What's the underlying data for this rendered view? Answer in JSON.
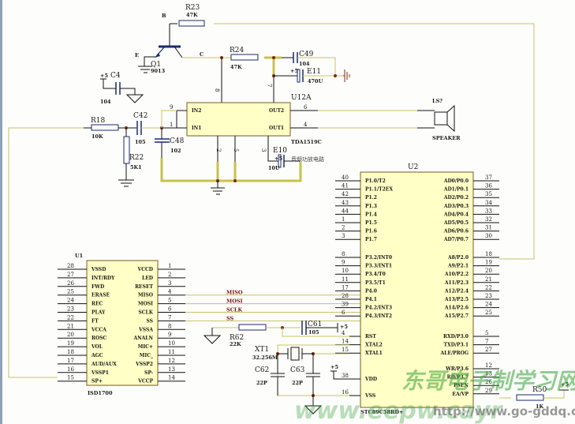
{
  "title": "ISD1700 voice module with TDA1519C amplifier and STC89C58RD+ MCU schematic",
  "transistor": {
    "ref": "Q1",
    "value": "9013",
    "pin_b": "B",
    "pin_e": "E",
    "pin_c": "C"
  },
  "resistors": [
    {
      "ref": "R23",
      "value": "47K"
    },
    {
      "ref": "R24",
      "value": "47K"
    },
    {
      "ref": "R18",
      "value": "10K"
    },
    {
      "ref": "R22",
      "value": "5K1"
    },
    {
      "ref": "R62",
      "value": "22K"
    },
    {
      "ref": "R50",
      "value": "1K"
    }
  ],
  "capacitors": [
    {
      "ref": "C4",
      "value": "104"
    },
    {
      "ref": "C42",
      "value": "105"
    },
    {
      "ref": "C48",
      "value": "102"
    },
    {
      "ref": "C49",
      "value": "104"
    },
    {
      "ref": "E11",
      "value": "470U"
    },
    {
      "ref": "E10",
      "value": "10U"
    },
    {
      "ref": "C61",
      "value": "105"
    },
    {
      "ref": "C62",
      "value": "22P"
    },
    {
      "ref": "C63",
      "value": "22P"
    }
  ],
  "crystal": {
    "ref": "XT1",
    "value": "32.256M"
  },
  "power_label": "+5",
  "amp": {
    "ref": "U12A",
    "part": "TDA1519C",
    "pins_left": [
      {
        "name": "IN2",
        "num": "9"
      },
      {
        "name": "IN1",
        "num": "1"
      }
    ],
    "pins_right": [
      {
        "name": "OUT2",
        "num": "6"
      },
      {
        "name": "OUT1",
        "num": "4"
      }
    ],
    "pins_top": [
      "8",
      "7"
    ],
    "pins_bottom": [
      "2",
      "5",
      "3"
    ],
    "note": "音频功放电路"
  },
  "speaker": {
    "ref": "LS?",
    "part": "SPEAKER"
  },
  "isd": {
    "ref": "U1",
    "part": "ISD1700",
    "left": [
      {
        "num": "28",
        "name": "VSSD"
      },
      {
        "num": "27",
        "name": "INT/RDY"
      },
      {
        "num": "26",
        "name": "FWD"
      },
      {
        "num": "25",
        "name": "ERASE"
      },
      {
        "num": "24",
        "name": "REC"
      },
      {
        "num": "23",
        "name": "PLAY"
      },
      {
        "num": "22",
        "name": "FT"
      },
      {
        "num": "21",
        "name": "VCCA"
      },
      {
        "num": "20",
        "name": "ROSC"
      },
      {
        "num": "19",
        "name": "VOL"
      },
      {
        "num": "18",
        "name": "AGC"
      },
      {
        "num": "17",
        "name": "AUD/AUX"
      },
      {
        "num": "16",
        "name": "VSSP1"
      },
      {
        "num": "15",
        "name": "SP+"
      }
    ],
    "right": [
      {
        "num": "1",
        "name": "VCCD"
      },
      {
        "num": "2",
        "name": "LED"
      },
      {
        "num": "3",
        "name": "RESET"
      },
      {
        "num": "4",
        "name": "MISO"
      },
      {
        "num": "5",
        "name": "MOSI"
      },
      {
        "num": "6",
        "name": "SCLK"
      },
      {
        "num": "7",
        "name": "SS"
      },
      {
        "num": "8",
        "name": "VSSA"
      },
      {
        "num": "9",
        "name": "ANALN"
      },
      {
        "num": "10",
        "name": "MIC+"
      },
      {
        "num": "11",
        "name": "MIC_"
      },
      {
        "num": "12",
        "name": "VSSP2"
      },
      {
        "num": "13",
        "name": "SP-"
      },
      {
        "num": "14",
        "name": "VCCP"
      }
    ]
  },
  "nets": [
    "MISO",
    "MOSI",
    "SCLK",
    "SS"
  ],
  "mcu": {
    "ref": "U2",
    "part": "STC89C58RD+",
    "left_top": [
      {
        "num": "40",
        "name": "P1.0/T2"
      },
      {
        "num": "41",
        "name": "P1.1/T2EX"
      },
      {
        "num": "42",
        "name": "P1.2"
      },
      {
        "num": "43",
        "name": "P1.3"
      },
      {
        "num": "44",
        "name": "P1.4"
      },
      {
        "num": "1",
        "name": "P1.5"
      },
      {
        "num": "2",
        "name": "P1.6"
      },
      {
        "num": "3",
        "name": "P1.7"
      }
    ],
    "left_mid": [
      {
        "num": "8",
        "name": "P3.2/INT0"
      },
      {
        "num": "9",
        "name": "P3.3/INT1"
      },
      {
        "num": "10",
        "name": "P3.4/T0"
      },
      {
        "num": "11",
        "name": "P3.5/T1"
      },
      {
        "num": "17",
        "name": "P4.0"
      },
      {
        "num": "28",
        "name": "P4.1"
      },
      {
        "num": "39",
        "name": "P4.2/INT3"
      },
      {
        "num": "6",
        "name": "P4.3/INT2"
      }
    ],
    "left_bot": [
      {
        "num": "4",
        "name": "RST"
      },
      {
        "num": "14",
        "name": "XTAL2"
      },
      {
        "num": "15",
        "name": "XTAL1"
      }
    ],
    "left_pwr": [
      {
        "num": "38",
        "name": "VDD"
      },
      {
        "num": "16",
        "name": "VSS"
      }
    ],
    "right_top": [
      {
        "num": "37",
        "name": "AD0/P0.0"
      },
      {
        "num": "36",
        "name": "AD1/P0.1"
      },
      {
        "num": "35",
        "name": "AD2/P0.2"
      },
      {
        "num": "34",
        "name": "AD3/P0.3"
      },
      {
        "num": "33",
        "name": "AD4/P0.4"
      },
      {
        "num": "32",
        "name": "AD5/P0.5"
      },
      {
        "num": "31",
        "name": "AD6/P0.6"
      },
      {
        "num": "30",
        "name": "AD7/P0.7"
      }
    ],
    "right_mid": [
      {
        "num": "18",
        "name": "A8/P2.0"
      },
      {
        "num": "19",
        "name": "A9/P2.1"
      },
      {
        "num": "20",
        "name": "A10/P2.2"
      },
      {
        "num": "21",
        "name": "A11/P2.3"
      },
      {
        "num": "22",
        "name": "A12/P2.4"
      },
      {
        "num": "23",
        "name": "A13/P2.5"
      },
      {
        "num": "24",
        "name": "A14/P2.6"
      },
      {
        "num": "25",
        "name": "A15/P2.7"
      }
    ],
    "right_bot": [
      {
        "num": "5",
        "name": "RXD/P3.0"
      },
      {
        "num": "7",
        "name": "TXD/P3.1"
      },
      {
        "num": "27",
        "name": "ALE/PROG"
      }
    ],
    "right_bot2": [
      {
        "num": "12",
        "name": "WR/P3.6"
      },
      {
        "num": "13",
        "name": "RD/P3.7"
      },
      {
        "num": "26",
        "name": "PSEN"
      },
      {
        "num": "29",
        "name": "EA/VP"
      }
    ]
  },
  "watermark": {
    "cn": "东哥电子制学习网",
    "url": "http://www.go-gddq.com",
    "faint": "www.eepw.cayr"
  }
}
